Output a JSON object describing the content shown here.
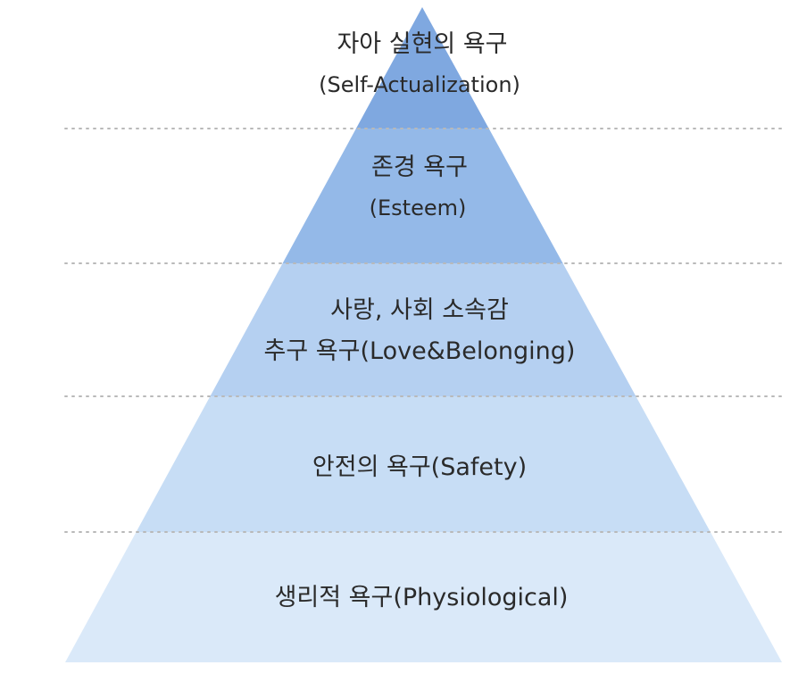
{
  "diagram": {
    "levels": [
      {
        "id": "self-actualization",
        "lines": [
          "자아 실현의 욕구",
          "(Self-Actualization)"
        ],
        "color": "#7fa8e0"
      },
      {
        "id": "esteem",
        "lines": [
          "존경 욕구",
          "(Esteem)"
        ],
        "color": "#94b9e8"
      },
      {
        "id": "love-belonging",
        "lines": [
          "사랑, 사회 소속감",
          "추구 욕구(Love&Belonging)"
        ],
        "color": "#b5d0f1"
      },
      {
        "id": "safety",
        "lines": [
          "안전의 욕구(Safety)"
        ],
        "color": "#c7ddf5"
      },
      {
        "id": "physiological",
        "lines": [
          "생리적 욕구(Physiological)"
        ],
        "color": "#dae9f9"
      }
    ],
    "divider_color": "#b9b9b9"
  }
}
